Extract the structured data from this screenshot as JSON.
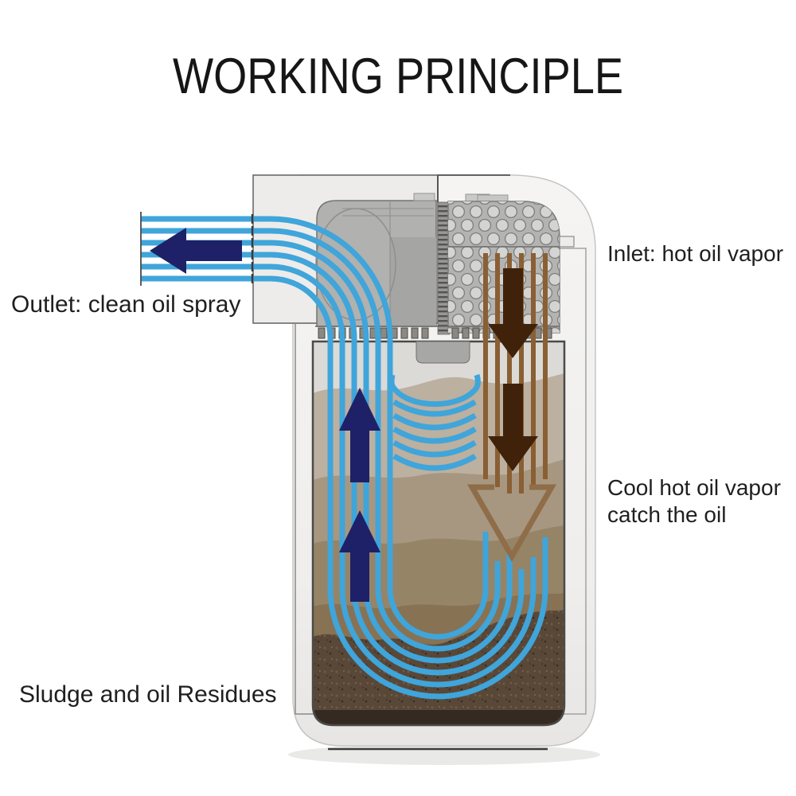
{
  "title": "WORKING PRINCIPLE",
  "labels": {
    "outlet": "Outlet: clean oil spray",
    "inlet": "Inlet: hot oil vapor",
    "cool_line1": "Cool hot oil vapor",
    "cool_line2": "catch the oil",
    "sludge": "Sludge and oil Residues"
  },
  "diagram": {
    "type": "product-working-principle",
    "flows": [
      {
        "name": "clean-oil-flow",
        "color_key": "clean_oil_flow",
        "direction": "up through tank, U-turn at bottom, exits left as spray",
        "line_count": 6
      },
      {
        "name": "hot-oil-vapor-flow",
        "color_key": "hot_vapor_line",
        "direction": "enters top-right inlet grille, descends into tank",
        "line_count": 6
      }
    ],
    "arrows": [
      {
        "name": "outlet-arrow",
        "direction": "left",
        "color_key": "flow_arrow_navy"
      },
      {
        "name": "rise-arrow-upper",
        "direction": "up",
        "color_key": "flow_arrow_navy"
      },
      {
        "name": "rise-arrow-lower",
        "direction": "up",
        "color_key": "flow_arrow_navy"
      },
      {
        "name": "inlet-arrow-upper",
        "direction": "down",
        "color_key": "hot_vapor_arrow"
      },
      {
        "name": "inlet-arrow-lower",
        "direction": "down",
        "color_key": "hot_vapor_arrow"
      },
      {
        "name": "condense-arrow-hollow",
        "direction": "down",
        "color_key": "hollow_arrow"
      }
    ],
    "parts": [
      "outlet-housing",
      "motor-assembly",
      "inlet-grille",
      "inner-container",
      "sediment-layers",
      "sludge-bed",
      "device-base"
    ]
  },
  "colors": {
    "clean_oil_flow": "#3fa5da",
    "flow_arrow_navy": "#1e2167",
    "hot_vapor_line": "#8a5f33",
    "hot_vapor_arrow": "#40220a",
    "hollow_arrow": "#8f6d48",
    "text": "#1f1f1f",
    "background": "#ffffff"
  }
}
